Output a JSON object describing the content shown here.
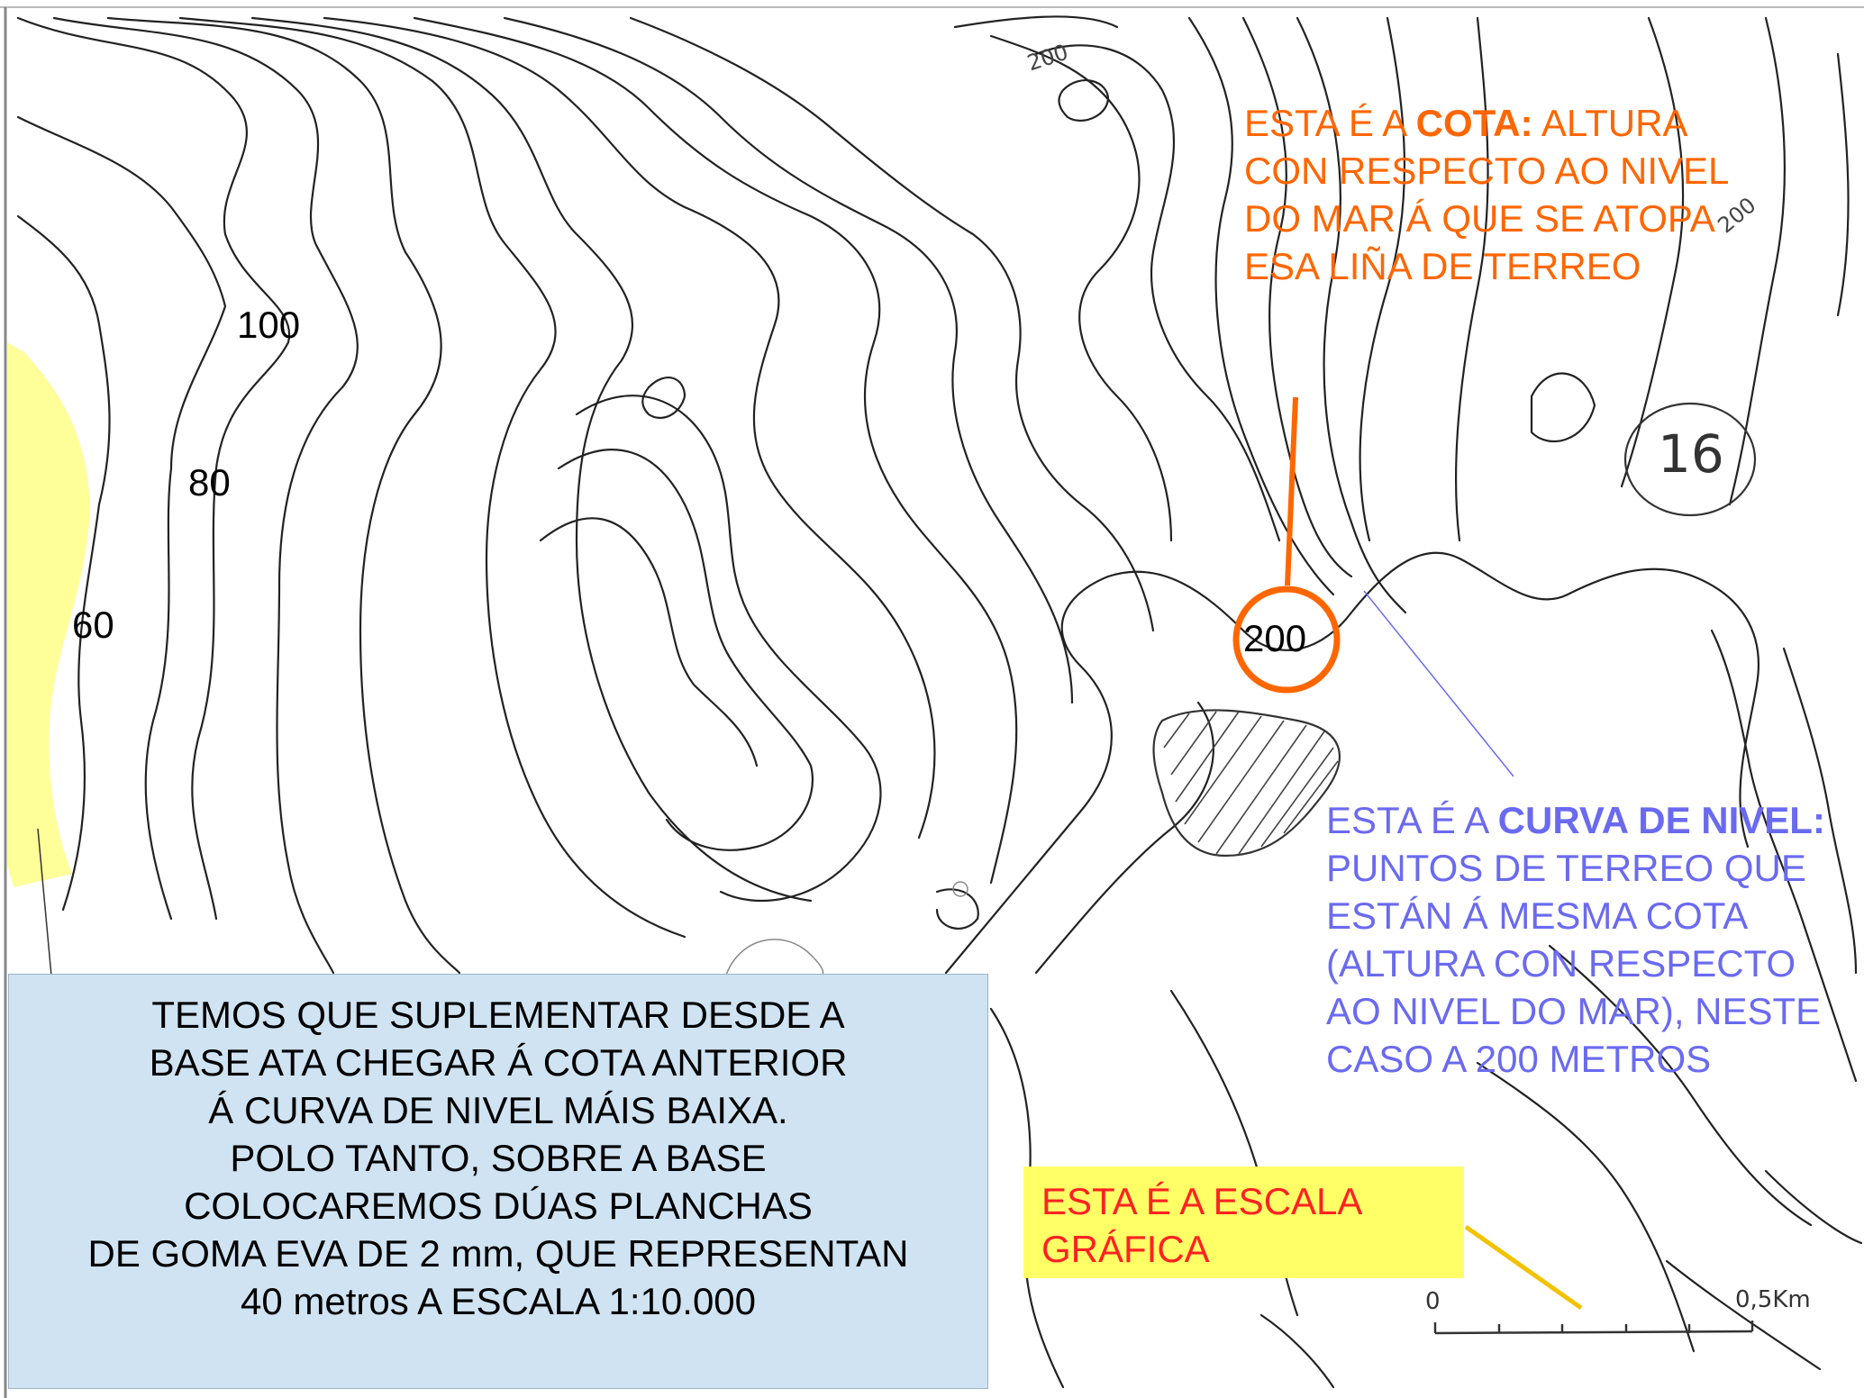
{
  "map": {
    "contour_labels": {
      "l100": "100",
      "l80": "80",
      "l60": "60",
      "l200": "200"
    },
    "handwritten": {
      "sheet_number": "16",
      "contour_top_a": "200",
      "contour_top_b": "200",
      "scale_start": "0",
      "scale_end": "0,5Km"
    },
    "colors": {
      "cota_accent": "#ff6600",
      "curva_accent": "#6a6af0",
      "scale_box": "#ffff66",
      "scale_text": "#ff2222",
      "base_fill": "#ffff99",
      "info_box": "#cfe3f2"
    }
  },
  "notes": {
    "cota": {
      "prefix": "ESTA É A ",
      "bold": "COTA:",
      "text": "ALTURA CON RESPECTO AO NIVEL DO MAR Á QUE SE ATOPA ESA LIÑA DE TERREO"
    },
    "curva": {
      "prefix": "ESTA É A ",
      "bold": "CURVA DE NIVEL:",
      "text": " PUNTOS DE TERREO QUE ESTÁN Á MESMA COTA (ALTURA CON RESPECTO AO NIVEL DO MAR), NESTE CASO A 200 METROS"
    },
    "scale": {
      "line1": "ESTA É A ESCALA",
      "line2": "GRÁFICA"
    },
    "info": {
      "lines": [
        "TEMOS QUE SUPLEMENTAR DESDE A",
        "BASE ATA CHEGAR Á COTA ANTERIOR",
        "Á CURVA DE NIVEL MÁIS BAIXA.",
        "POLO TANTO, SOBRE A BASE",
        "COLOCAREMOS DÚAS PLANCHAS",
        "DE GOMA EVA DE 2 mm, QUE REPRESENTAN",
        "40 metros  A ESCALA 1:10.000"
      ]
    }
  }
}
